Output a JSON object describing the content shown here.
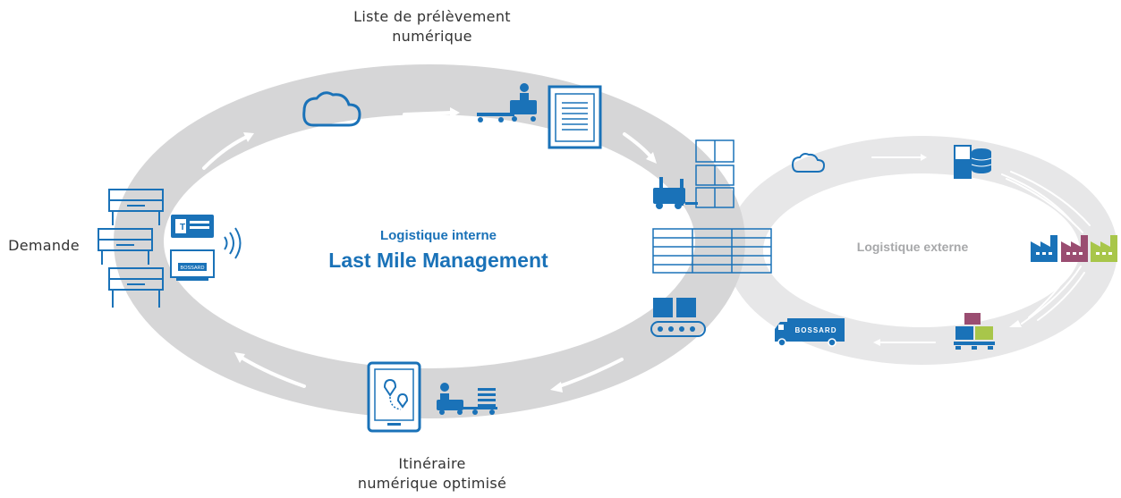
{
  "labels": {
    "picklist_line1": "Liste de prélèvement",
    "picklist_line2": "numérique",
    "demand": "Demande",
    "route_line1": "Itinéraire",
    "route_line2": "numérique optimisé"
  },
  "internal": {
    "subtitle": "Logistique interne",
    "title": "Last Mile Management"
  },
  "external": {
    "title": "Logistique externe"
  },
  "brand": {
    "truck_text": "BOSSARD",
    "device_text": "BOSSARD"
  },
  "colors": {
    "accent_blue": "#1a72b8",
    "ring_inner": "#d6d6d7",
    "ring_outer": "#e7e7e8",
    "factory_blue": "#1a72b8",
    "factory_magenta": "#9a4d71",
    "factory_green": "#a8c64a"
  }
}
